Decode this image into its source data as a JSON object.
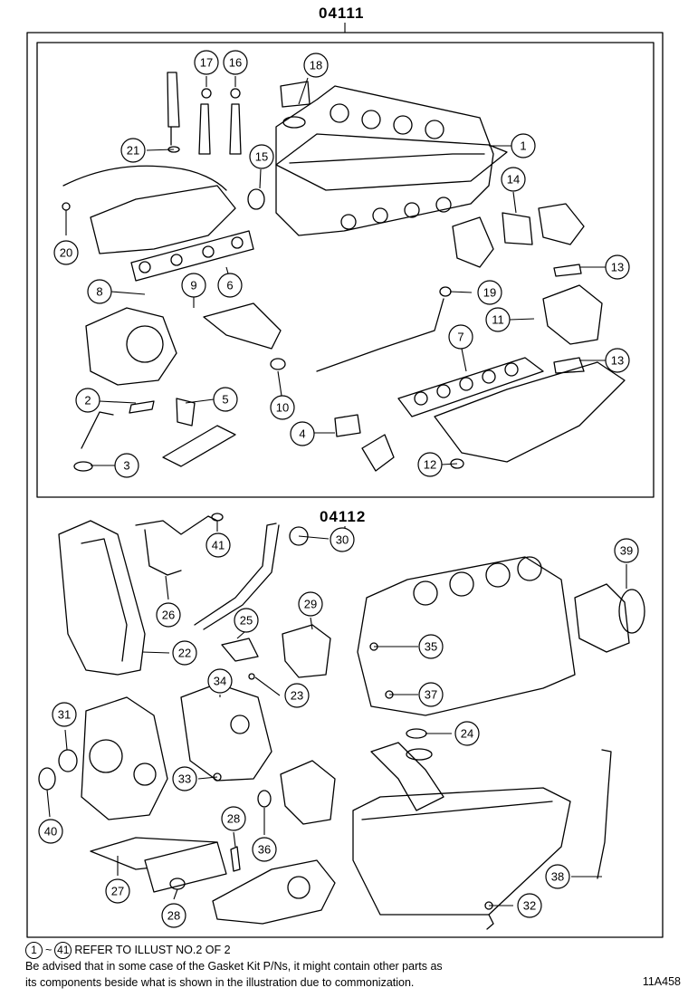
{
  "headers": {
    "upper_group": "04111",
    "lower_group": "04112"
  },
  "callouts": [
    "1",
    "2",
    "3",
    "4",
    "5",
    "6",
    "7",
    "8",
    "9",
    "10",
    "11",
    "12",
    "13",
    "13",
    "14",
    "15",
    "16",
    "17",
    "18",
    "19",
    "20",
    "21",
    "22",
    "23",
    "24",
    "25",
    "26",
    "27",
    "28",
    "28",
    "29",
    "30",
    "31",
    "32",
    "33",
    "34",
    "35",
    "36",
    "37",
    "38",
    "39",
    "40",
    "41"
  ],
  "notes": {
    "range_start": "1",
    "range_sep": "~",
    "range_end": "41",
    "range_text": "REFER TO ILLUST NO.2 OF 2",
    "line2": "Be advised that in some case of the Gasket Kit P/Ns,  it might contain other parts as",
    "line3": "its components beside what is shown in the illustration due to commonization."
  },
  "illustration_code": "11A458"
}
